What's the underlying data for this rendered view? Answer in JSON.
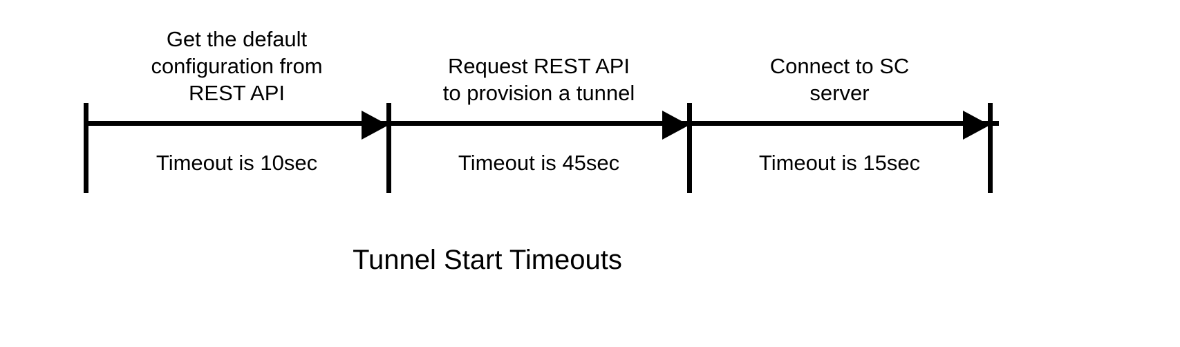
{
  "diagram": {
    "title": "Tunnel Start Timeouts",
    "colors": {
      "stroke": "#000000",
      "background": "#ffffff"
    },
    "axis": {
      "start_label": "",
      "end_label": ""
    },
    "segments": [
      {
        "id": "get-default-configuration",
        "step_label": "Get the default\nconfiguration from\nREST API",
        "timeout_label": "Timeout is 10sec",
        "timeout_seconds": 10
      },
      {
        "id": "request-provision-tunnel",
        "step_label": "Request REST API\nto provision a tunnel",
        "timeout_label": "Timeout is 45sec",
        "timeout_seconds": 45
      },
      {
        "id": "connect-to-sc-server",
        "step_label": "Connect to SC\nserver",
        "timeout_label": "Timeout is 15sec",
        "timeout_seconds": 15
      }
    ]
  }
}
